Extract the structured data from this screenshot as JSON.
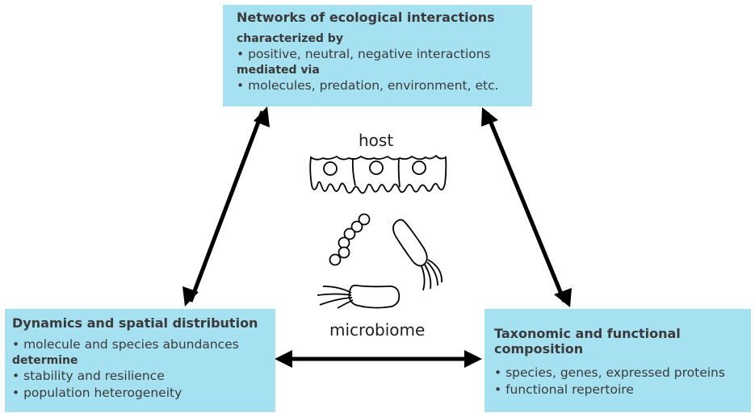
{
  "top_box": {
    "title": "Networks of ecological interactions",
    "sub1": "characterized by",
    "item1": "• positive, neutral, negative interactions",
    "sub2": "mediated via",
    "item2": "• molecules, predation, environment, etc."
  },
  "left_box": {
    "title": "Dynamics and spatial distribution",
    "item1": "• molecule and species abundances",
    "sub1": "determine",
    "item2": "• stability and resilience",
    "item3": "• population heterogeneity"
  },
  "right_box": {
    "title_line1": "Taxonomic and functional",
    "title_line2": "composition",
    "item1": "• species, genes, expressed proteins",
    "item2": "• functional repertoire"
  },
  "center": {
    "host_label": "host",
    "microbiome_label": "microbiome"
  },
  "colors": {
    "box_fill": "#a6e1f2",
    "arrow": "#000000",
    "text": "#3a3a3a"
  },
  "icons": [
    "host-epithelial-cells-icon",
    "streptococcus-chain-icon",
    "flagellated-rod-bacterium-icon",
    "flagellated-bacillus-icon"
  ]
}
